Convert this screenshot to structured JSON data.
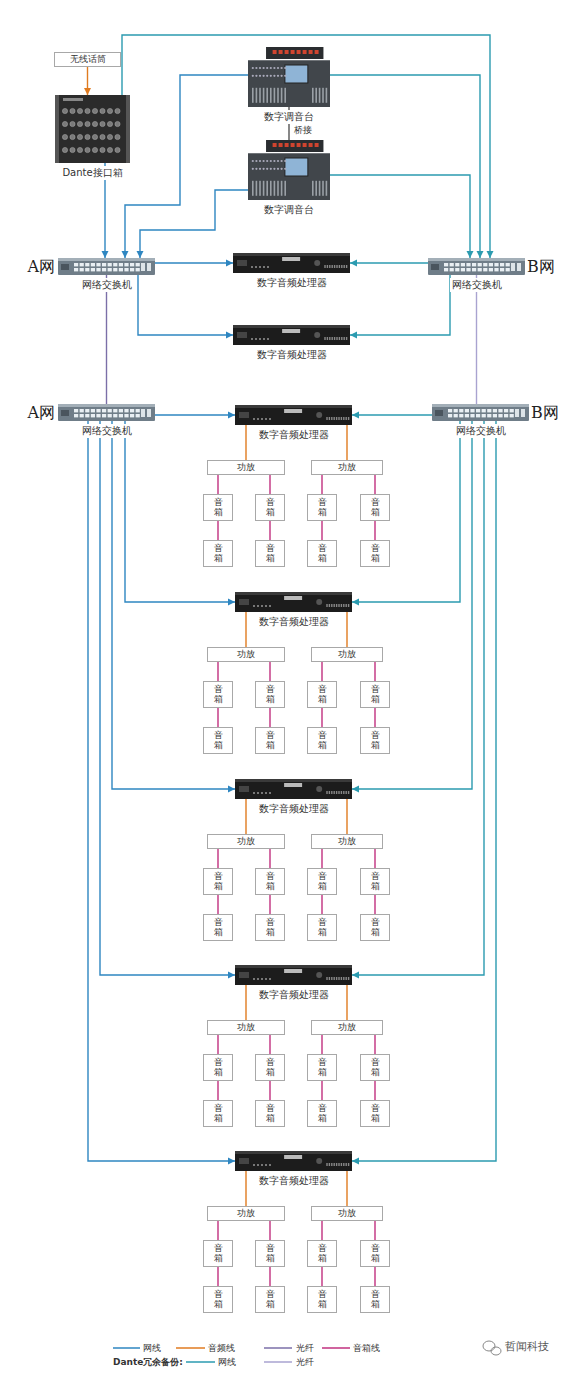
{
  "diagram": {
    "nodes": [
      {
        "text": [
          "无线话筒"
        ]
      },
      {
        "text": [
          "Dante接口箱"
        ]
      },
      {
        "text": [
          "数字调音台"
        ]
      },
      {
        "text": [
          "数字调音台"
        ]
      },
      {
        "text": [
          "A网",
          "网络交换机"
        ]
      },
      {
        "text": [
          "数字音频处理器"
        ]
      },
      {
        "text": [
          "B网",
          "网络交换机"
        ]
      },
      {
        "text": [
          "数字音频处理器"
        ]
      },
      {
        "text": [
          "A网",
          "网络交换机"
        ]
      },
      {
        "text": [
          "B网",
          "网络交换机"
        ]
      },
      {
        "text": [
          "数字音频处理器"
        ]
      },
      {
        "text": [
          "功放"
        ]
      },
      {
        "text": [
          "功放"
        ]
      },
      {
        "text": [
          "音箱"
        ]
      },
      {
        "text": [
          "音箱"
        ]
      },
      {
        "text": [
          "音箱"
        ]
      },
      {
        "text": [
          "音箱"
        ]
      },
      {
        "text": [
          "音箱"
        ]
      },
      {
        "text": [
          "音箱"
        ]
      },
      {
        "text": [
          "音箱"
        ]
      },
      {
        "text": [
          "音箱"
        ]
      },
      {
        "text": [
          "数字音频处理器"
        ]
      },
      {
        "text": [
          "功放"
        ]
      },
      {
        "text": [
          "功放"
        ]
      },
      {
        "text": [
          "音箱"
        ]
      },
      {
        "text": [
          "音箱"
        ]
      },
      {
        "text": [
          "音箱"
        ]
      },
      {
        "text": [
          "音箱"
        ]
      },
      {
        "text": [
          "音箱"
        ]
      },
      {
        "text": [
          "音箱"
        ]
      },
      {
        "text": [
          "音箱"
        ]
      },
      {
        "text": [
          "音箱"
        ]
      },
      {
        "text": [
          "数字音频处理器"
        ]
      },
      {
        "text": [
          "功放"
        ]
      },
      {
        "text": [
          "功放"
        ]
      },
      {
        "text": [
          "音箱"
        ]
      },
      {
        "text": [
          "音箱"
        ]
      },
      {
        "text": [
          "音箱"
        ]
      },
      {
        "text": [
          "音箱"
        ]
      },
      {
        "text": [
          "音箱"
        ]
      },
      {
        "text": [
          "音箱"
        ]
      },
      {
        "text": [
          "音箱"
        ]
      },
      {
        "text": [
          "音箱"
        ]
      },
      {
        "text": [
          "数字音频处理器"
        ]
      },
      {
        "text": [
          "功放"
        ]
      },
      {
        "text": [
          "功放"
        ]
      },
      {
        "text": [
          "音箱"
        ]
      },
      {
        "text": [
          "音箱"
        ]
      },
      {
        "text": [
          "音箱"
        ]
      },
      {
        "text": [
          "音箱"
        ]
      },
      {
        "text": [
          "音箱"
        ]
      },
      {
        "text": [
          "音箱"
        ]
      },
      {
        "text": [
          "音箱"
        ]
      },
      {
        "text": [
          "音箱"
        ]
      },
      {
        "text": [
          "数字音频处理器"
        ]
      },
      {
        "text": [
          "功放"
        ]
      },
      {
        "text": [
          "功放"
        ]
      },
      {
        "text": [
          "音箱"
        ]
      },
      {
        "text": [
          "音箱"
        ]
      },
      {
        "text": [
          "音箱"
        ]
      },
      {
        "text": [
          "音箱"
        ]
      },
      {
        "text": [
          "音箱"
        ]
      },
      {
        "text": [
          "音箱"
        ]
      },
      {
        "text": [
          "音箱"
        ]
      },
      {
        "text": [
          "音箱"
        ]
      }
    ],
    "edges": [
      {
        "from": 0,
        "to": 1,
        "arrow": "to"
      },
      {
        "from": 1,
        "to": 4,
        "arrow": "to"
      },
      {
        "from": 1,
        "to": 6,
        "arrow": "to"
      },
      {
        "from": 2,
        "to": 4,
        "arrow": "to"
      },
      {
        "from": 2,
        "to": 6,
        "arrow": "to"
      },
      {
        "from": 3,
        "to": 4,
        "arrow": "to"
      },
      {
        "from": 3,
        "to": 6,
        "arrow": "to"
      },
      {
        "from": 2,
        "to": 3,
        "label": "桥接",
        "arrow": "none"
      },
      {
        "from": 4,
        "to": 5,
        "arrow": "to"
      },
      {
        "from": 6,
        "to": 5,
        "arrow": "to"
      },
      {
        "from": 4,
        "to": 7,
        "arrow": "to"
      },
      {
        "from": 6,
        "to": 7,
        "arrow": "to"
      },
      {
        "from": 4,
        "to": 8,
        "arrow": "none"
      },
      {
        "from": 6,
        "to": 9,
        "arrow": "none"
      },
      {
        "from": 8,
        "to": 10,
        "arrow": "to"
      },
      {
        "from": 9,
        "to": 10,
        "arrow": "to"
      },
      {
        "from": 10,
        "to": 11,
        "arrow": "none"
      },
      {
        "from": 10,
        "to": 12,
        "arrow": "none"
      },
      {
        "from": 11,
        "to": 13,
        "arrow": "none"
      },
      {
        "from": 11,
        "to": 14,
        "arrow": "none"
      },
      {
        "from": 12,
        "to": 15,
        "arrow": "none"
      },
      {
        "from": 12,
        "to": 16,
        "arrow": "none"
      },
      {
        "from": 13,
        "to": 17,
        "arrow": "none"
      },
      {
        "from": 14,
        "to": 18,
        "arrow": "none"
      },
      {
        "from": 15,
        "to": 19,
        "arrow": "none"
      },
      {
        "from": 16,
        "to": 20,
        "arrow": "none"
      },
      {
        "from": 8,
        "to": 21,
        "arrow": "to"
      },
      {
        "from": 9,
        "to": 21,
        "arrow": "to"
      },
      {
        "from": 21,
        "to": 22,
        "arrow": "none"
      },
      {
        "from": 21,
        "to": 23,
        "arrow": "none"
      },
      {
        "from": 22,
        "to": 24,
        "arrow": "none"
      },
      {
        "from": 22,
        "to": 25,
        "arrow": "none"
      },
      {
        "from": 23,
        "to": 26,
        "arrow": "none"
      },
      {
        "from": 23,
        "to": 27,
        "arrow": "none"
      },
      {
        "from": 24,
        "to": 28,
        "arrow": "none"
      },
      {
        "from": 25,
        "to": 29,
        "arrow": "none"
      },
      {
        "from": 26,
        "to": 30,
        "arrow": "none"
      },
      {
        "from": 27,
        "to": 31,
        "arrow": "none"
      },
      {
        "from": 8,
        "to": 32,
        "arrow": "to"
      },
      {
        "from": 9,
        "to": 32,
        "arrow": "to"
      },
      {
        "from": 32,
        "to": 33,
        "arrow": "none"
      },
      {
        "from": 32,
        "to": 34,
        "arrow": "none"
      },
      {
        "from": 33,
        "to": 35,
        "arrow": "none"
      },
      {
        "from": 33,
        "to": 36,
        "arrow": "none"
      },
      {
        "from": 34,
        "to": 37,
        "arrow": "none"
      },
      {
        "from": 34,
        "to": 38,
        "arrow": "none"
      },
      {
        "from": 35,
        "to": 39,
        "arrow": "none"
      },
      {
        "from": 36,
        "to": 40,
        "arrow": "none"
      },
      {
        "from": 37,
        "to": 41,
        "arrow": "none"
      },
      {
        "from": 38,
        "to": 42,
        "arrow": "none"
      },
      {
        "from": 8,
        "to": 43,
        "arrow": "to"
      },
      {
        "from": 9,
        "to": 43,
        "arrow": "to"
      },
      {
        "from": 43,
        "to": 44,
        "arrow": "none"
      },
      {
        "from": 43,
        "to": 45,
        "arrow": "none"
      },
      {
        "from": 44,
        "to": 46,
        "arrow": "none"
      },
      {
        "from": 44,
        "to": 47,
        "arrow": "none"
      },
      {
        "from": 45,
        "to": 48,
        "arrow": "none"
      },
      {
        "from": 45,
        "to": 49,
        "arrow": "none"
      },
      {
        "from": 46,
        "to": 50,
        "arrow": "none"
      },
      {
        "from": 47,
        "to": 51,
        "arrow": "none"
      },
      {
        "from": 48,
        "to": 52,
        "arrow": "none"
      },
      {
        "from": 49,
        "to": 53,
        "arrow": "none"
      },
      {
        "from": 8,
        "to": 54,
        "arrow": "to"
      },
      {
        "from": 9,
        "to": 54,
        "arrow": "to"
      },
      {
        "from": 54,
        "to": 55,
        "arrow": "none"
      },
      {
        "from": 54,
        "to": 56,
        "arrow": "none"
      },
      {
        "from": 55,
        "to": 57,
        "arrow": "none"
      },
      {
        "from": 55,
        "to": 58,
        "arrow": "none"
      },
      {
        "from": 56,
        "to": 59,
        "arrow": "none"
      },
      {
        "from": 56,
        "to": 60,
        "arrow": "none"
      },
      {
        "from": 57,
        "to": 61,
        "arrow": "none"
      },
      {
        "from": 58,
        "to": 62,
        "arrow": "none"
      },
      {
        "from": 59,
        "to": 63,
        "arrow": "none"
      },
      {
        "from": 60,
        "to": 64,
        "arrow": "none"
      }
    ],
    "labels": [
      "Dante冗余备份:",
      "哲闻科技"
    ],
    "legend": [
      {
        "text": "网线"
      },
      {
        "text": "音频线"
      },
      {
        "text": "光纤"
      },
      {
        "text": "音箱线"
      },
      {
        "text": "网线"
      },
      {
        "text": "光纤"
      }
    ]
  }
}
